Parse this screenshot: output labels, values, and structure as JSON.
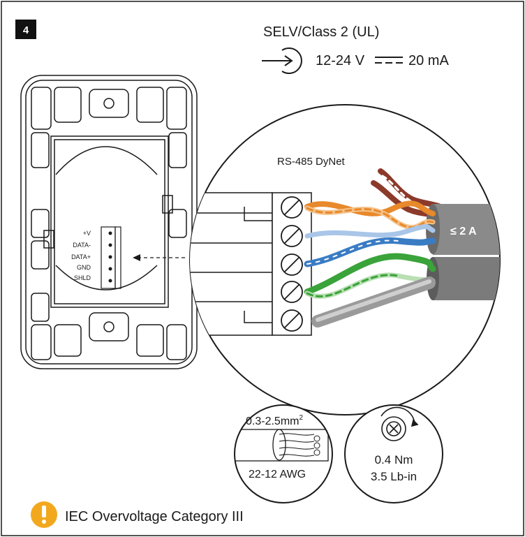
{
  "step_number": "4",
  "supply": {
    "standard": "SELV/Class 2 (UL)",
    "rating": "12-24 V",
    "current": "20 mA"
  },
  "terminal": {
    "labels": [
      "+V",
      "DATA-",
      "DATA+",
      "GND",
      "SHLD"
    ]
  },
  "zoom": {
    "bus_label": "RS-485 DyNet",
    "cable_rating": "≤ 2 A"
  },
  "wire_spec": {
    "cross_section": "0.3-2.5mm",
    "cross_section_sup": "2",
    "gauge": "22-12 AWG"
  },
  "torque": {
    "metric": "0.4 Nm",
    "imperial": "3.5 Lb-in"
  },
  "warning": {
    "text": "IEC Overvoltage Category III"
  },
  "colors": {
    "orange": "#e8892b",
    "blue": "#3a7cc4",
    "green": "#3aa33a",
    "brown": "#8c3a2a",
    "warning": "#f2a81d",
    "cable_gray": "#8a8a8a"
  }
}
